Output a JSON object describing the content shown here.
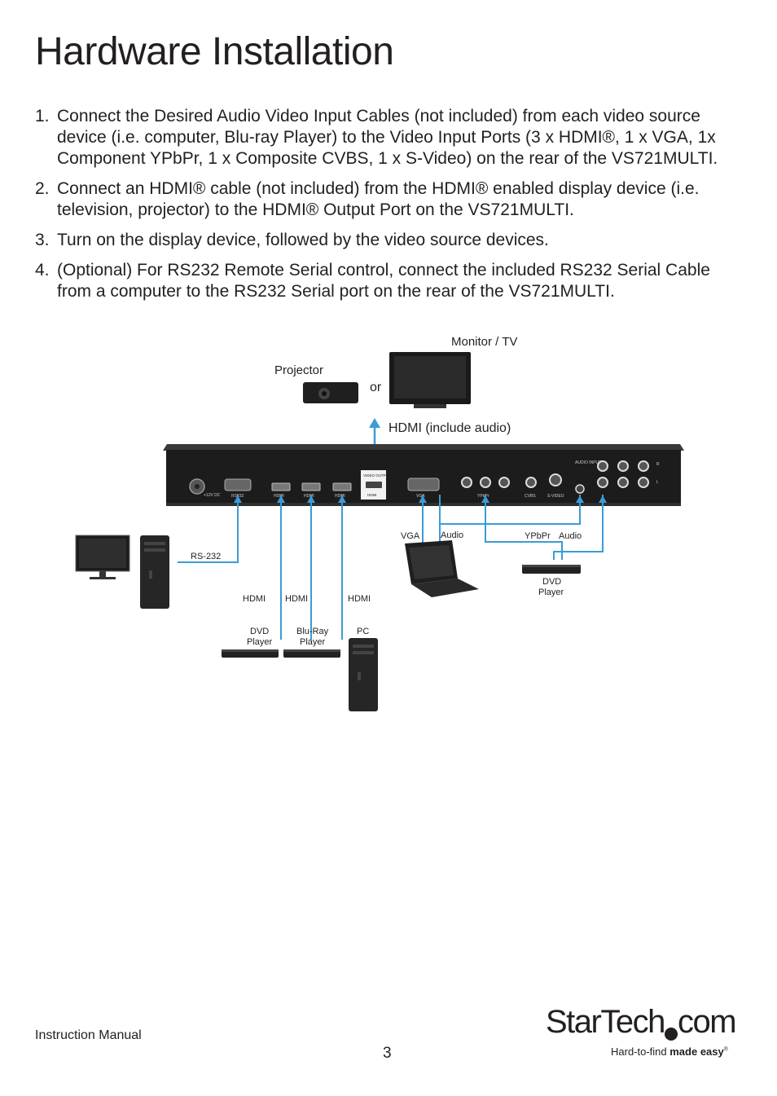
{
  "page": {
    "title": "Hardware Installation",
    "steps": [
      {
        "num": "1.",
        "text": "Connect the Desired Audio Video Input Cables (not included) from each video source device (i.e. computer, Blu-ray Player) to the Video Input Ports (3 x HDMI®, 1 x VGA, 1x Component YPbPr, 1 x Composite CVBS, 1 x S-Video) on the rear of the VS721MULTI."
      },
      {
        "num": "2.",
        "text": "Connect an HDMI® cable (not included) from the HDMI® enabled display device (i.e. television, projector) to the HDMI® Output Port on the VS721MULTI."
      },
      {
        "num": "3.",
        "text": "Turn on the display device, followed by the video source devices."
      },
      {
        "num": "4.",
        "text": "(Optional) For RS232 Remote Serial control, connect the included RS232 Serial Cable from a computer to the RS232 Serial port on the rear of the VS721MULTI."
      }
    ]
  },
  "diagram": {
    "monitor_label": "Monitor / TV",
    "projector_label": "Projector",
    "or_label": "or",
    "hdmi_out_label": "HDMI (include audio)",
    "rs232_label": "RS-232",
    "hdmi_labels": [
      "HDMI",
      "HDMI",
      "HDMI"
    ],
    "dvd_label_1": "DVD",
    "dvd_label_2": "Player",
    "bluray_label_1": "Blu-Ray",
    "bluray_label_2": "Player",
    "pc_label": "PC",
    "vga_label": "VGA",
    "audio_label": "Audio",
    "ypbpr_label": "YPbPr",
    "audio_label_2": "Audio",
    "dvd2_label_1": "DVD",
    "dvd2_label_2": "Player",
    "panel": {
      "video_output": "VIDEO OUTPUT",
      "audio_input": "AUDIO INPUT",
      "rs232": "RS232",
      "hdmi": "HDMI",
      "vga": "VGA",
      "ypbpr": "YPbPr",
      "cvbs": "CVBS",
      "svideo": "S-VIDEO",
      "dc": "+12V DC",
      "r": "R",
      "l": "L"
    }
  },
  "footer": {
    "left": "Instruction Manual",
    "page_number": "3",
    "logo_main": "StarTech",
    "logo_com": "com",
    "logo_tag_plain": "Hard-to-find ",
    "logo_tag_bold": "made easy",
    "logo_reg": "®"
  },
  "colors": {
    "cable": "#3b9bd6",
    "device": "#1e1e1e",
    "text": "#231f20"
  }
}
